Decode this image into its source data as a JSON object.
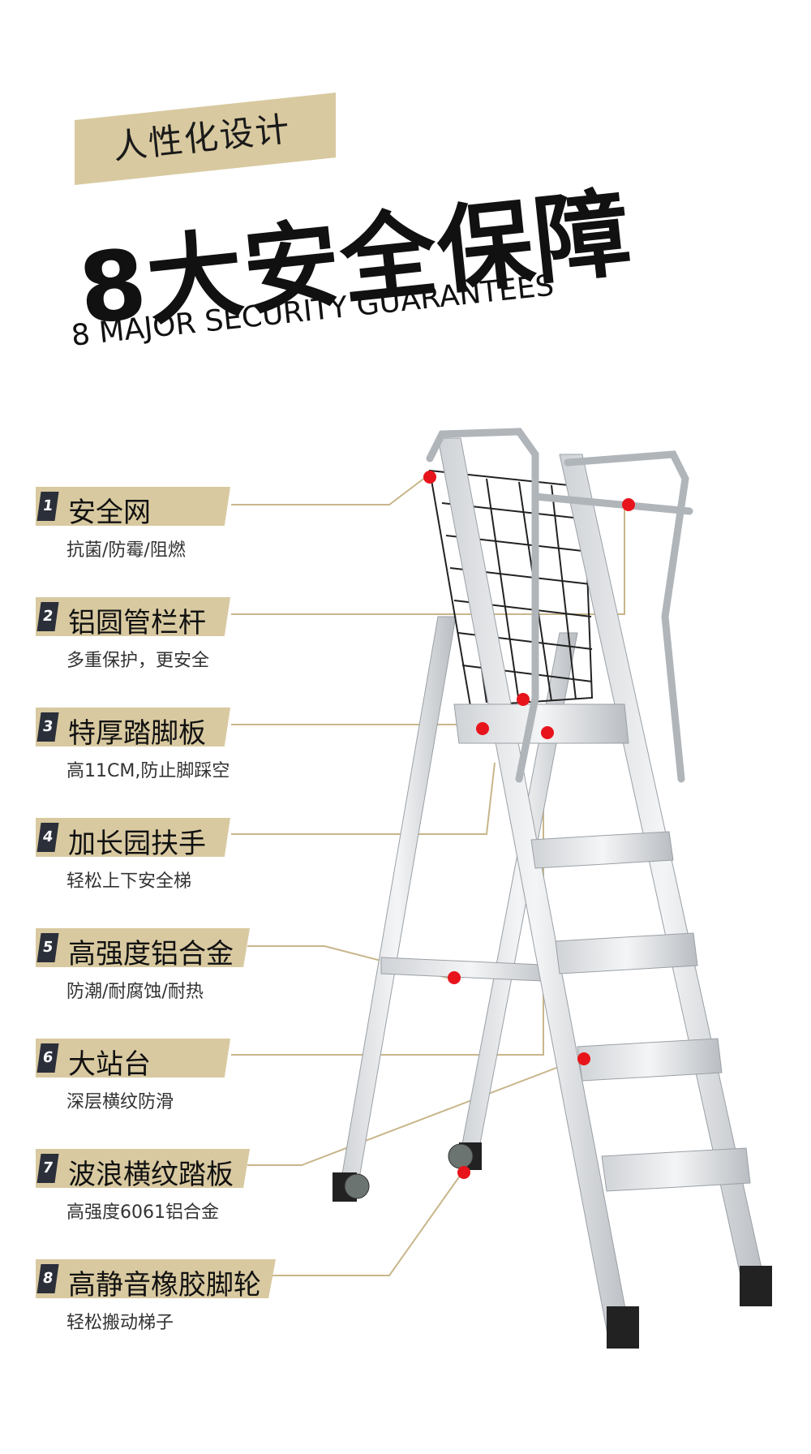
{
  "header": {
    "tag": "人性化设计",
    "headline": "8大安全保障",
    "subline": "8 MAJOR SECURITY GUARANTEES"
  },
  "features": [
    {
      "num": "1",
      "title": "安全网",
      "desc": "抗菌/防霉/阻燃"
    },
    {
      "num": "2",
      "title": "铝圆管栏杆",
      "desc": "多重保护，更安全"
    },
    {
      "num": "3",
      "title": "特厚踏脚板",
      "desc": "高11CM,防止脚踩空"
    },
    {
      "num": "4",
      "title": "加长园扶手",
      "desc": "轻松上下安全梯"
    },
    {
      "num": "5",
      "title": "高强度铝合金",
      "desc": "防潮/耐腐蚀/耐热"
    },
    {
      "num": "6",
      "title": "大站台",
      "desc": "深层横纹防滑"
    },
    {
      "num": "7",
      "title": "波浪横纹踏板",
      "desc": "高强度6061铝合金"
    },
    {
      "num": "8",
      "title": "高静音橡胶脚轮",
      "desc": "轻松搬动梯子"
    }
  ],
  "colors": {
    "accent": "#d8c9a0",
    "badge": "#2b2f3a",
    "marker": "#e8141b",
    "line": "#c8b68a"
  }
}
